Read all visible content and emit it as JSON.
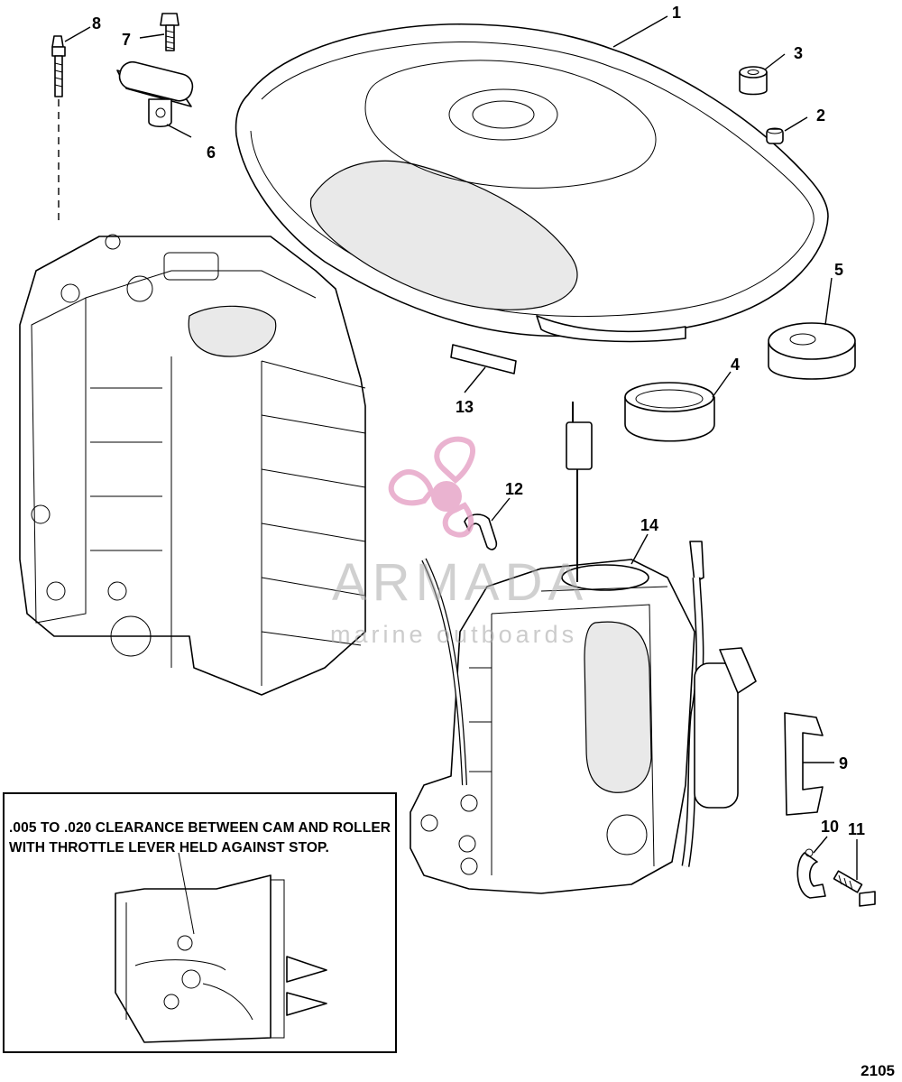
{
  "callouts": [
    {
      "id": "c1",
      "label": "1"
    },
    {
      "id": "c2",
      "label": "2"
    },
    {
      "id": "c3",
      "label": "3"
    },
    {
      "id": "c4",
      "label": "4"
    },
    {
      "id": "c5",
      "label": "5"
    },
    {
      "id": "c6",
      "label": "6"
    },
    {
      "id": "c7",
      "label": "7"
    },
    {
      "id": "c8",
      "label": "8"
    },
    {
      "id": "c9",
      "label": "9"
    },
    {
      "id": "c10",
      "label": "10"
    },
    {
      "id": "c11",
      "label": "11"
    },
    {
      "id": "c12",
      "label": "12"
    },
    {
      "id": "c13",
      "label": "13"
    },
    {
      "id": "c14",
      "label": "14"
    }
  ],
  "detail_note": {
    "line1": ".005 TO .020 CLEARANCE BETWEEN CAM AND ROLLER",
    "line2": "WITH THROTTLE LEVER HELD AGAINST STOP."
  },
  "watermark": {
    "title": "ARMADA",
    "subtitle": "marine outboards",
    "color": "#e7a6c8"
  },
  "page_code": "2105"
}
